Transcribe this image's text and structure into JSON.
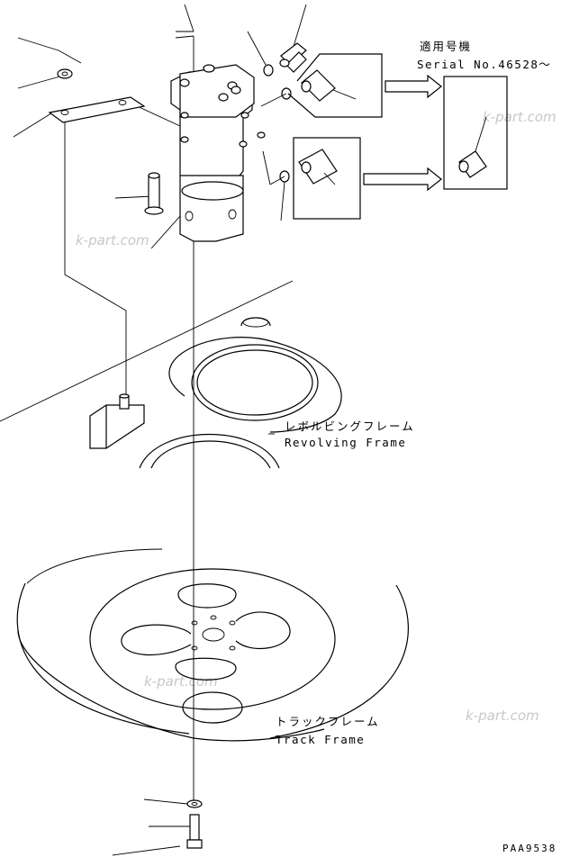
{
  "labels": {
    "applicable_jp": "適用号機",
    "serial": "Serial No.46528～",
    "revolving_frame_jp": "レボルビングフレーム",
    "revolving_frame_en": "Revolving Frame",
    "track_frame_jp": "トラックフレーム",
    "track_frame_en": "Track Frame",
    "drawing_code": "PAA9538"
  },
  "watermarks": [
    "k-part.com",
    "k-part.com",
    "k-part.com",
    "k-part.com"
  ],
  "colors": {
    "line": "#000000",
    "background": "#ffffff",
    "watermark": "#c8c8c8"
  }
}
